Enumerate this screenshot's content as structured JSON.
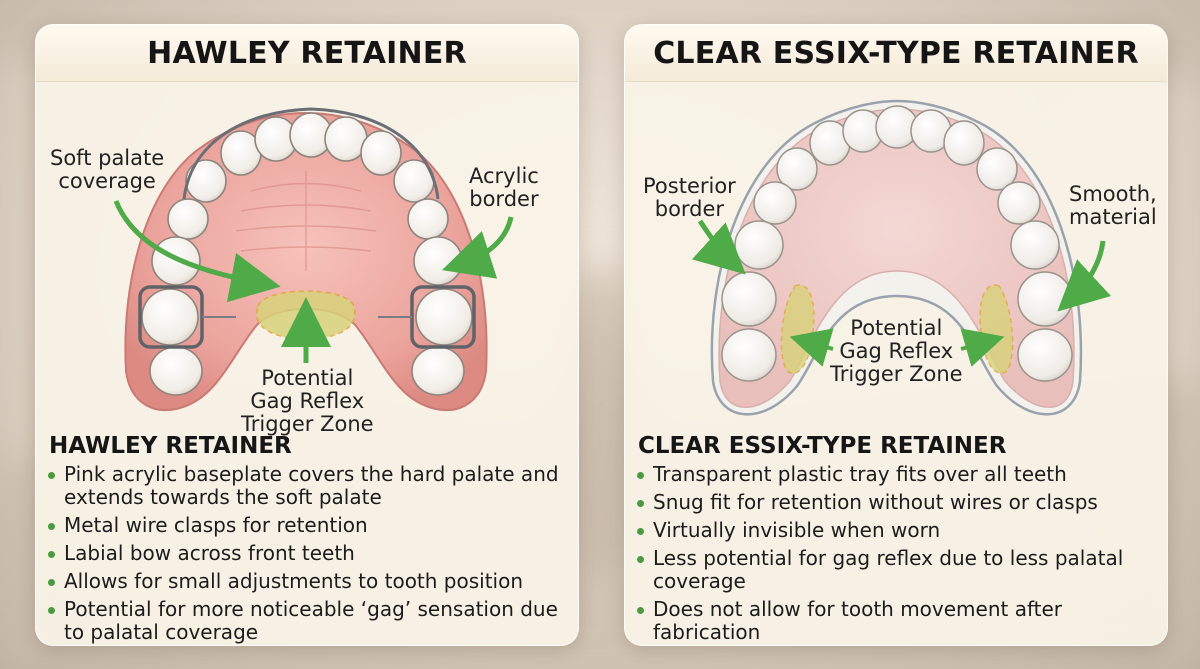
{
  "left_panel": {
    "title": "HAWLEY RETAINER",
    "labels": {
      "soft_palate": "Soft palate\ncoverage",
      "acrylic_border": "Acrylic\nborder",
      "gag_zone": "Potential\nGag Reflex\nTrigger Zone"
    },
    "section_title": "HAWLEY RETAINER",
    "bullets": [
      "Pink acrylic baseplate covers the hard palate and extends towards the soft palate",
      "Metal wire clasps for retention",
      "Labial bow across front teeth",
      "Allows for small adjustments to tooth position",
      "Potential for more noticeable ‘gag’ sensation due to palatal coverage"
    ]
  },
  "right_panel": {
    "title": "CLEAR ESSIX-TYPE RETAINER",
    "labels": {
      "posterior_border": "Posterior\nborder",
      "smooth_material": "Smooth,\nmaterial",
      "gag_zone": "Potential\nGag Reflex\nTrigger Zone"
    },
    "section_title": "CLEAR ESSIX-TYPE RETAINER",
    "bullets": [
      "Transparent plastic tray fits over all teeth",
      "Snug fit for retention without wires or clasps",
      "Virtually invisible when worn",
      "Less potential for gag reflex due to less palatal coverage",
      "Does not allow for tooth movement after fabrication"
    ]
  },
  "colors": {
    "arrow_green": "#4faa48",
    "acrylic_pink": "#e99a93",
    "gag_zone_yellow": "#d8d27a",
    "bullet_green": "#4c9a3f"
  }
}
